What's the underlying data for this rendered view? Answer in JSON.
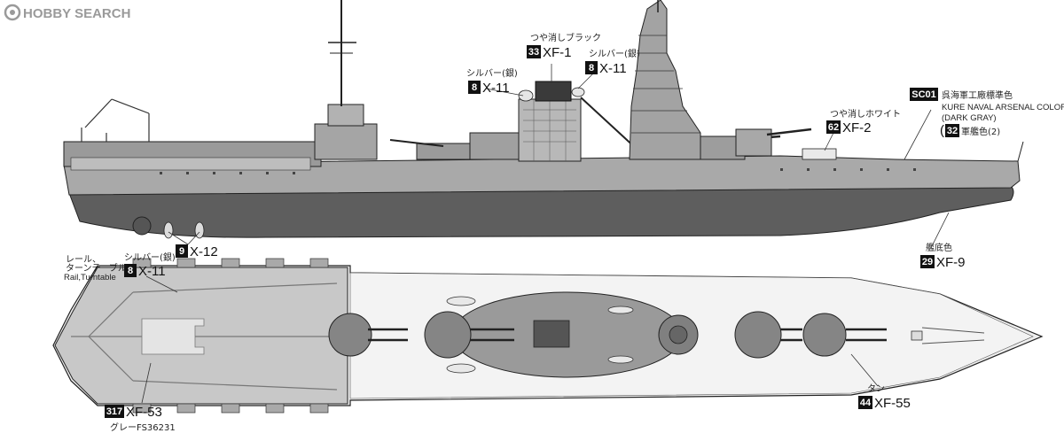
{
  "watermark": {
    "text": "HOBBY SEARCH"
  },
  "labels": {
    "flat_black": {
      "jp": "つや消しブラック",
      "num": "33",
      "code": "XF-1"
    },
    "silver_left": {
      "jp": "シルバー(銀)",
      "num": "8",
      "code": "X-11"
    },
    "silver_right": {
      "jp": "シルバー(銀)",
      "num": "8",
      "code": "X-11"
    },
    "flat_white": {
      "jp": "つや消しホワイト",
      "num": "62",
      "code": "XF-2"
    },
    "kure": {
      "badge": "SC01",
      "jp": "呉海軍工廠標準色",
      "en1": "KURE NAVAL ARSENAL COLOR",
      "en2": "(DARK GRAY)",
      "num": "32",
      "name": "軍艦色(2)"
    },
    "chrome": {
      "num": "9",
      "code": "X-12"
    },
    "hull_bottom": {
      "jp": "艦底色",
      "num": "29",
      "code": "XF-9"
    },
    "rail": {
      "jp1": "レール、",
      "jp2": "ターンテーブル",
      "en": "Rail,Turntable",
      "jp3": "シルバー(銀)",
      "num": "8",
      "code": "X-11"
    },
    "deck_grey": {
      "num": "317",
      "code": "XF-53",
      "jp": "グレーFS36231"
    },
    "tan": {
      "jp": "タン",
      "num": "44",
      "code": "XF-55"
    }
  }
}
